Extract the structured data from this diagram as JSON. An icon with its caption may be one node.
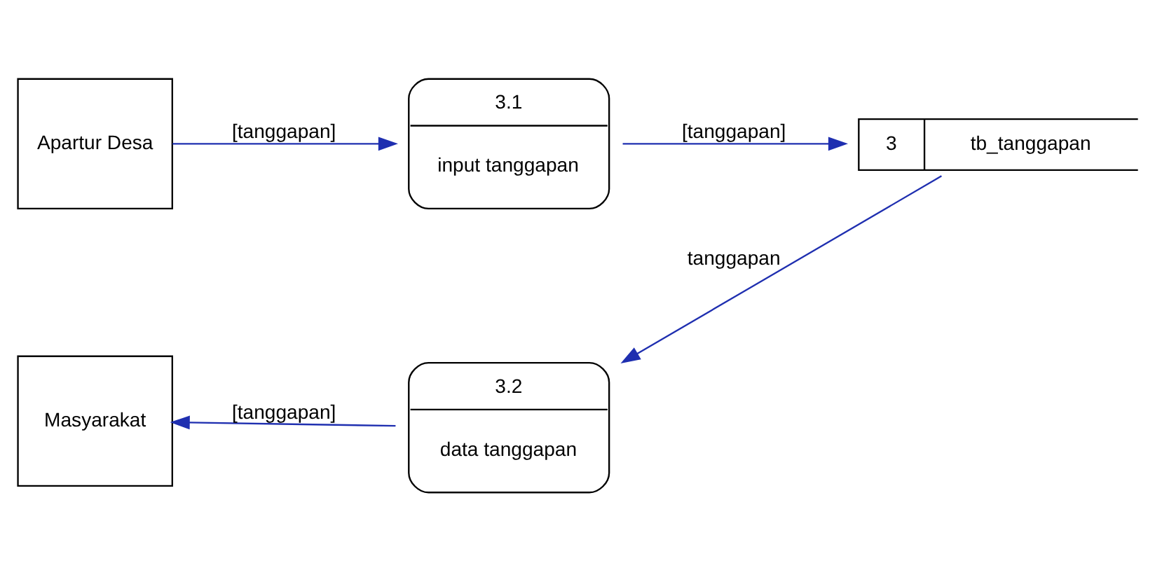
{
  "diagram": {
    "nodes": [
      {
        "text": [
          "Apartur Desa"
        ]
      },
      {
        "text": [
          "3.1",
          "input tanggapan"
        ]
      },
      {
        "text": [
          "3",
          "tb_tanggapan"
        ]
      },
      {
        "text": [
          "3.2",
          "data tanggapan"
        ]
      },
      {
        "text": [
          "Masyarakat"
        ]
      }
    ],
    "edges": [
      {
        "from": 0,
        "to": 1,
        "arrow": "to",
        "label": "[tanggapan]"
      },
      {
        "from": 1,
        "to": 2,
        "arrow": "to",
        "label": "[tanggapan]"
      },
      {
        "from": 2,
        "to": 3,
        "arrow": "to",
        "label": "tanggapan"
      },
      {
        "from": 3,
        "to": 4,
        "arrow": "to",
        "label": "[tanggapan]"
      }
    ]
  }
}
